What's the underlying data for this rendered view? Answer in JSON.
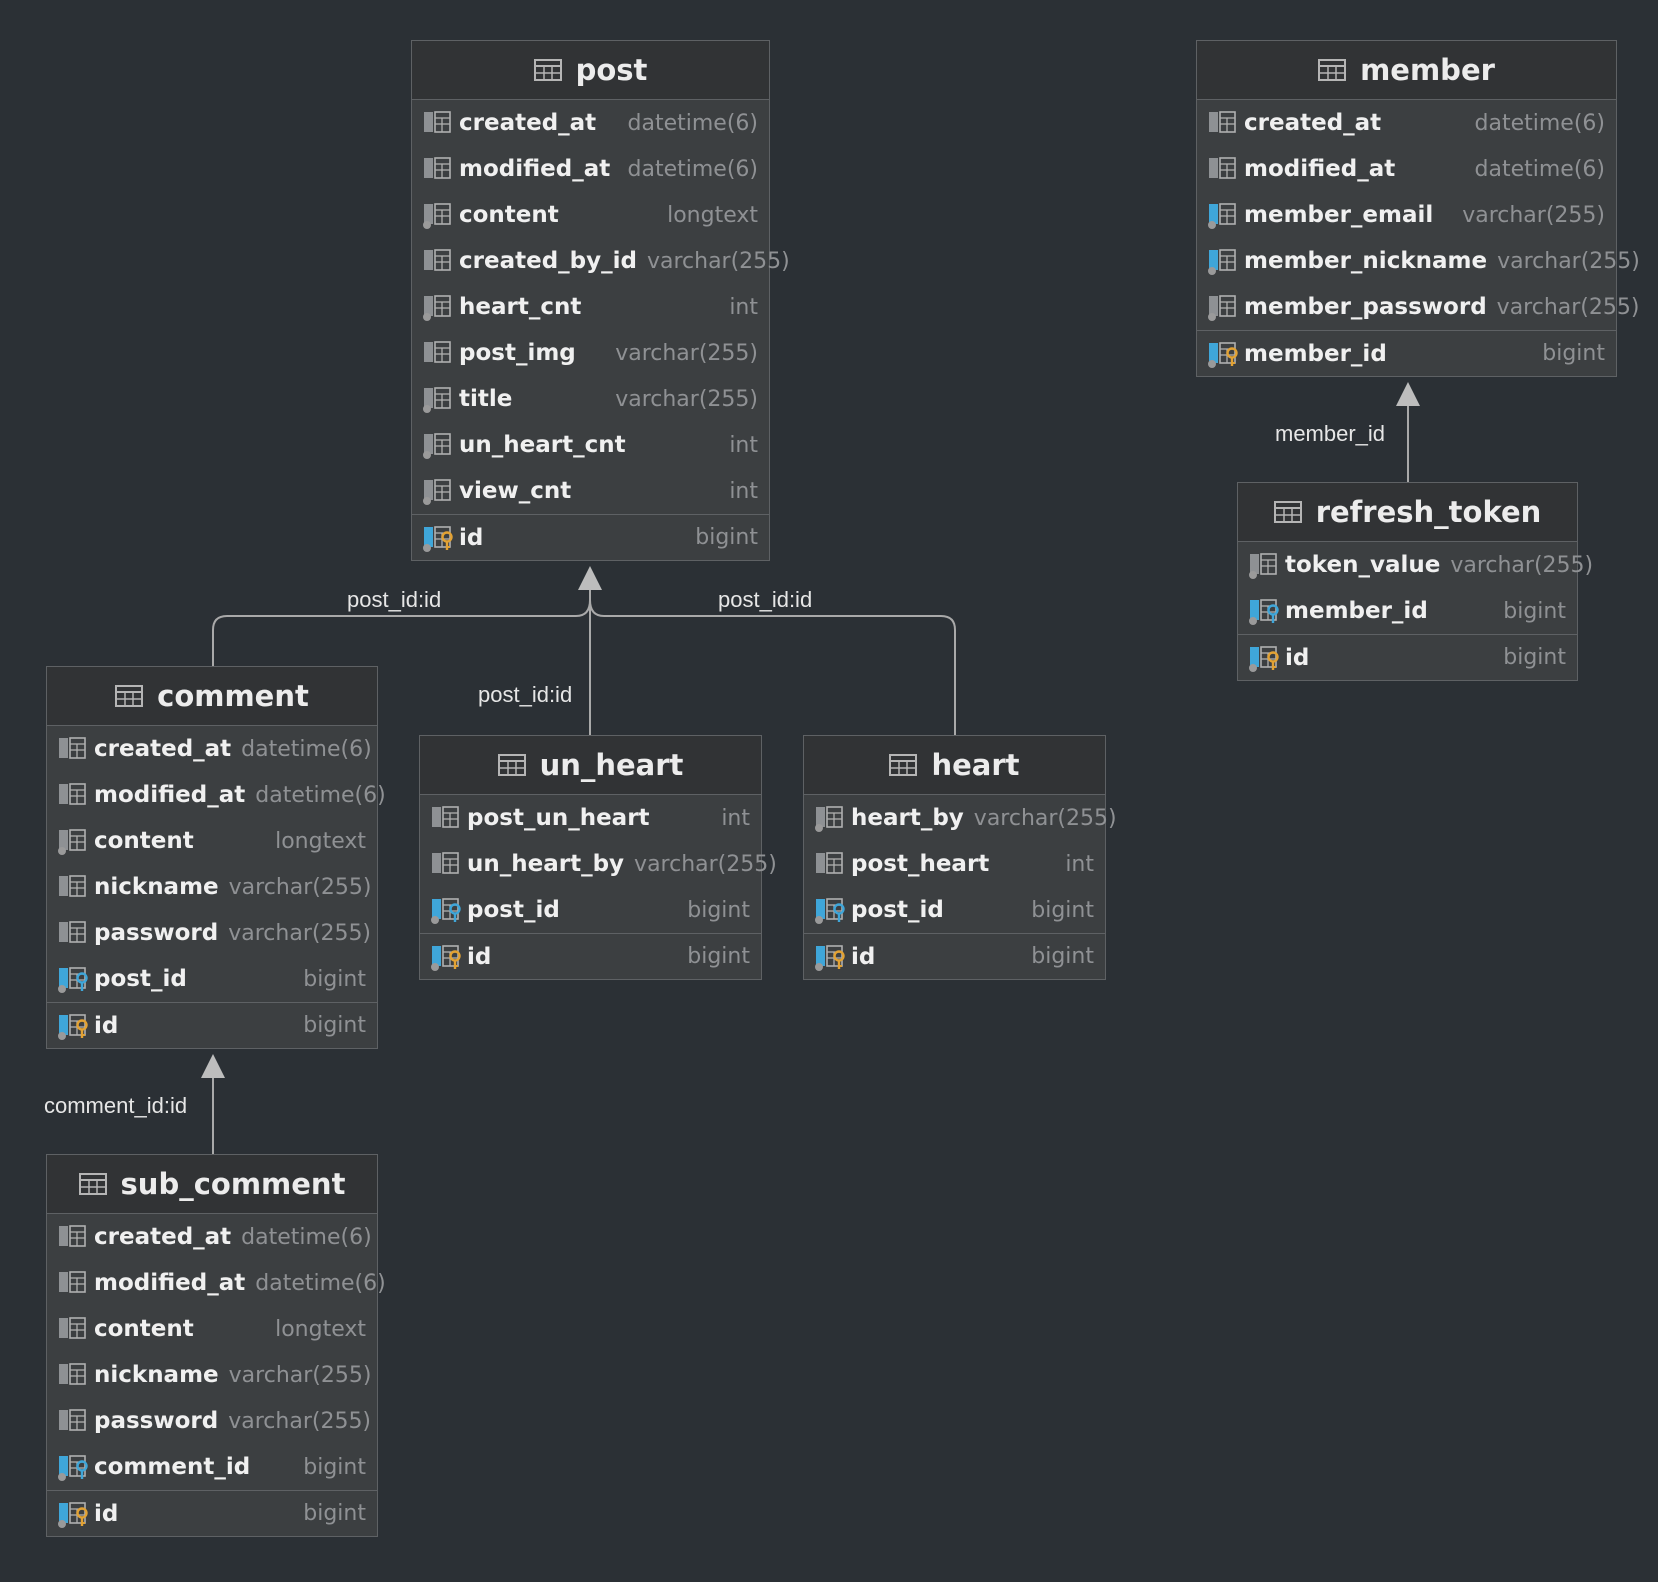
{
  "colors": {
    "background": "#2b3035",
    "table_body": "#3c3f41",
    "table_header": "#313335",
    "border": "#5e6164",
    "edge": "#a9a9a9",
    "fk_icon": "#3fa6d9",
    "pk_icon": "#e2a234"
  },
  "tables": [
    {
      "id": "post",
      "name": "post",
      "columns": [
        {
          "name": "created_at",
          "type": "datetime(6)",
          "icon": "column-icon"
        },
        {
          "name": "modified_at",
          "type": "datetime(6)",
          "icon": "column-icon"
        },
        {
          "name": "content",
          "type": "longtext",
          "icon": "nullable-column-icon"
        },
        {
          "name": "created_by_id",
          "type": "varchar(255)",
          "icon": "column-icon"
        },
        {
          "name": "heart_cnt",
          "type": "int",
          "icon": "nullable-column-icon"
        },
        {
          "name": "post_img",
          "type": "varchar(255)",
          "icon": "column-icon"
        },
        {
          "name": "title",
          "type": "varchar(255)",
          "icon": "nullable-column-icon"
        },
        {
          "name": "un_heart_cnt",
          "type": "int",
          "icon": "nullable-column-icon"
        },
        {
          "name": "view_cnt",
          "type": "int",
          "icon": "nullable-column-icon"
        },
        {
          "name": "id",
          "type": "bigint",
          "icon": "primary-key-icon"
        }
      ]
    },
    {
      "id": "member",
      "name": "member",
      "columns": [
        {
          "name": "created_at",
          "type": "datetime(6)",
          "icon": "column-icon"
        },
        {
          "name": "modified_at",
          "type": "datetime(6)",
          "icon": "column-icon"
        },
        {
          "name": "member_email",
          "type": "varchar(255)",
          "icon": "unique-column-icon"
        },
        {
          "name": "member_nickname",
          "type": "varchar(255)",
          "icon": "unique-column-icon"
        },
        {
          "name": "member_password",
          "type": "varchar(255)",
          "icon": "nullable-column-icon"
        },
        {
          "name": "member_id",
          "type": "bigint",
          "icon": "primary-key-icon"
        }
      ]
    },
    {
      "id": "refresh_token",
      "name": "refresh_token",
      "columns": [
        {
          "name": "token_value",
          "type": "varchar(255)",
          "icon": "nullable-column-icon"
        },
        {
          "name": "member_id",
          "type": "bigint",
          "icon": "foreign-key-icon"
        },
        {
          "name": "id",
          "type": "bigint",
          "icon": "primary-key-icon"
        }
      ]
    },
    {
      "id": "comment",
      "name": "comment",
      "columns": [
        {
          "name": "created_at",
          "type": "datetime(6)",
          "icon": "column-icon"
        },
        {
          "name": "modified_at",
          "type": "datetime(6)",
          "icon": "column-icon"
        },
        {
          "name": "content",
          "type": "longtext",
          "icon": "nullable-column-icon"
        },
        {
          "name": "nickname",
          "type": "varchar(255)",
          "icon": "column-icon"
        },
        {
          "name": "password",
          "type": "varchar(255)",
          "icon": "column-icon"
        },
        {
          "name": "post_id",
          "type": "bigint",
          "icon": "foreign-key-icon"
        },
        {
          "name": "id",
          "type": "bigint",
          "icon": "primary-key-icon"
        }
      ]
    },
    {
      "id": "un_heart",
      "name": "un_heart",
      "columns": [
        {
          "name": "post_un_heart",
          "type": "int",
          "icon": "column-icon"
        },
        {
          "name": "un_heart_by",
          "type": "varchar(255)",
          "icon": "column-icon"
        },
        {
          "name": "post_id",
          "type": "bigint",
          "icon": "foreign-key-icon"
        },
        {
          "name": "id",
          "type": "bigint",
          "icon": "primary-key-icon"
        }
      ]
    },
    {
      "id": "heart",
      "name": "heart",
      "columns": [
        {
          "name": "heart_by",
          "type": "varchar(255)",
          "icon": "nullable-column-icon"
        },
        {
          "name": "post_heart",
          "type": "int",
          "icon": "column-icon"
        },
        {
          "name": "post_id",
          "type": "bigint",
          "icon": "foreign-key-icon"
        },
        {
          "name": "id",
          "type": "bigint",
          "icon": "primary-key-icon"
        }
      ]
    },
    {
      "id": "sub_comment",
      "name": "sub_comment",
      "columns": [
        {
          "name": "created_at",
          "type": "datetime(6)",
          "icon": "column-icon"
        },
        {
          "name": "modified_at",
          "type": "datetime(6)",
          "icon": "column-icon"
        },
        {
          "name": "content",
          "type": "longtext",
          "icon": "column-icon"
        },
        {
          "name": "nickname",
          "type": "varchar(255)",
          "icon": "column-icon"
        },
        {
          "name": "password",
          "type": "varchar(255)",
          "icon": "column-icon"
        },
        {
          "name": "comment_id",
          "type": "bigint",
          "icon": "foreign-key-icon"
        },
        {
          "name": "id",
          "type": "bigint",
          "icon": "primary-key-icon"
        }
      ]
    }
  ],
  "relations": [
    {
      "from": "comment",
      "to": "post",
      "label": "post_id:id"
    },
    {
      "from": "un_heart",
      "to": "post",
      "label": "post_id:id"
    },
    {
      "from": "heart",
      "to": "post",
      "label": "post_id:id"
    },
    {
      "from": "refresh_token",
      "to": "member",
      "label": "member_id"
    },
    {
      "from": "sub_comment",
      "to": "comment",
      "label": "comment_id:id"
    }
  ]
}
